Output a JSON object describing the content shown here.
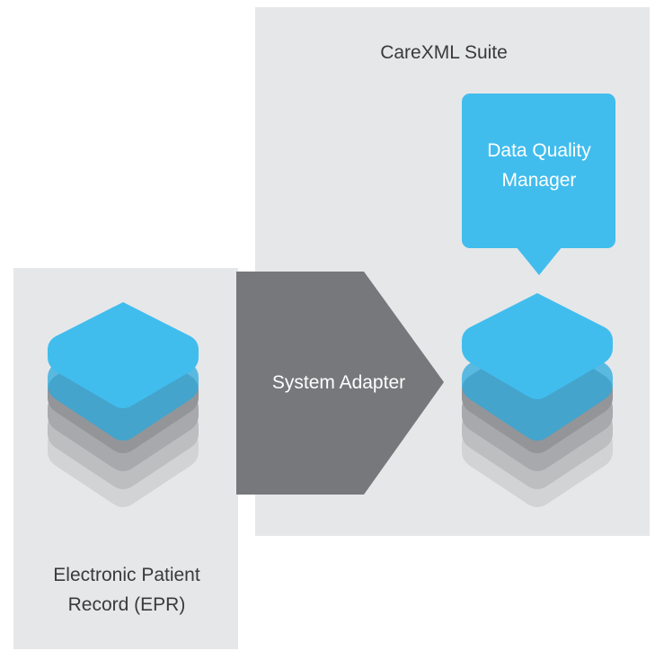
{
  "suite_panel": {
    "title": "CareXML Suite"
  },
  "epr_panel": {
    "label_line1": "Electronic Patient",
    "label_line2": "Record (EPR)"
  },
  "adapter": {
    "label": "System Adapter"
  },
  "callout": {
    "line1": "Data Quality",
    "line2": "Manager"
  },
  "colors": {
    "panel_bg": "#e6e7e9",
    "adapter_fill": "#77787b",
    "accent_blue": "#41bded",
    "layer_gray": "#a7a9ac"
  }
}
